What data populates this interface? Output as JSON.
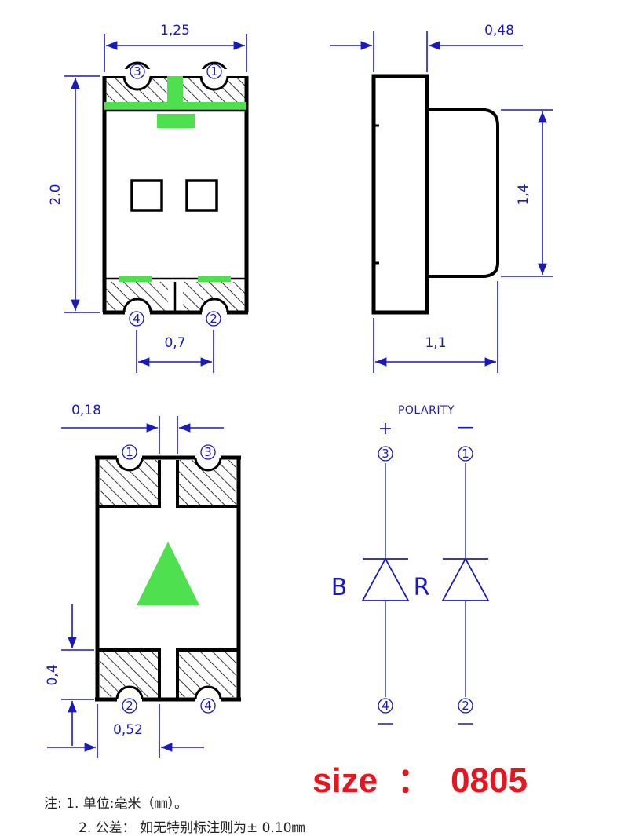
{
  "top_view": {
    "width_label": "1,25",
    "height_label": "2.0",
    "pitch_label": "0,7",
    "pins": {
      "top_left": "3",
      "top_right": "1",
      "bottom_left": "4",
      "bottom_right": "2"
    }
  },
  "side_view": {
    "thickness_label": "0,48",
    "lens_height_label": "1,4",
    "depth_label": "1,1"
  },
  "bottom_view": {
    "gap_label": "0,18",
    "pad_height_label": "0,4",
    "pad_width_label": "0,52",
    "pins": {
      "top_left": "1",
      "top_right": "3",
      "bottom_left": "2",
      "bottom_right": "4"
    }
  },
  "polarity": {
    "title": "POLARITY",
    "plus": "+",
    "minus": "—",
    "diode_left": {
      "label": "B",
      "top_pin": "3",
      "bottom_pin": "4"
    },
    "diode_right": {
      "label": "R",
      "top_pin": "1",
      "bottom_pin": "2"
    }
  },
  "size_title": "size  ：  0805",
  "notes": {
    "line1": "注: 1. 单位:毫米（㎜）。",
    "line2": "2. 公差： 如无特别标注则为± 0.10㎜"
  },
  "colors": {
    "dimension": "#1a1ab8",
    "green": "#4fe04f",
    "title": "#e8141e"
  }
}
